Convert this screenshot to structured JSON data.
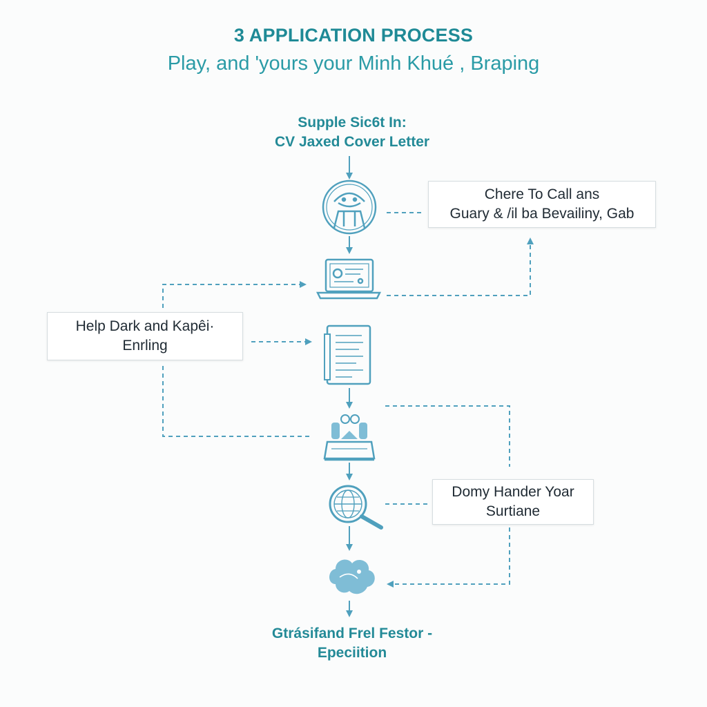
{
  "diagram": {
    "title": "3 APPLICATION PROCESS",
    "subtitle": "Play, and 'yours your Minh Khué , Braping",
    "start_label": {
      "line1": "Supple Sic6t In:",
      "line2": "CV Jaxed Cover Letter"
    },
    "end_label": {
      "line1": "Gtrásifand Frel Festor -",
      "line2": "Epeciition"
    },
    "side_boxes": {
      "top_right": {
        "line1": "Chere To Call ans",
        "line2": "Guary & /il ba Bevailiny, Gab"
      },
      "left": {
        "line1": "Help Dark and Kapêi·",
        "line2": "Enrling"
      },
      "bottom_right": {
        "line1": "Domy Hander Yoar",
        "line2": "Surtiane"
      }
    },
    "icons": [
      "person-head-icon",
      "laptop-icon",
      "document-icon",
      "meeting-icon",
      "magnifier-globe-icon",
      "cloud-handshake-icon"
    ],
    "colors": {
      "accent": "#2a9ba6",
      "icon": "#4fa0bd",
      "icon_fill": "#7fbdd6",
      "text_dark": "#1f2a33"
    }
  }
}
